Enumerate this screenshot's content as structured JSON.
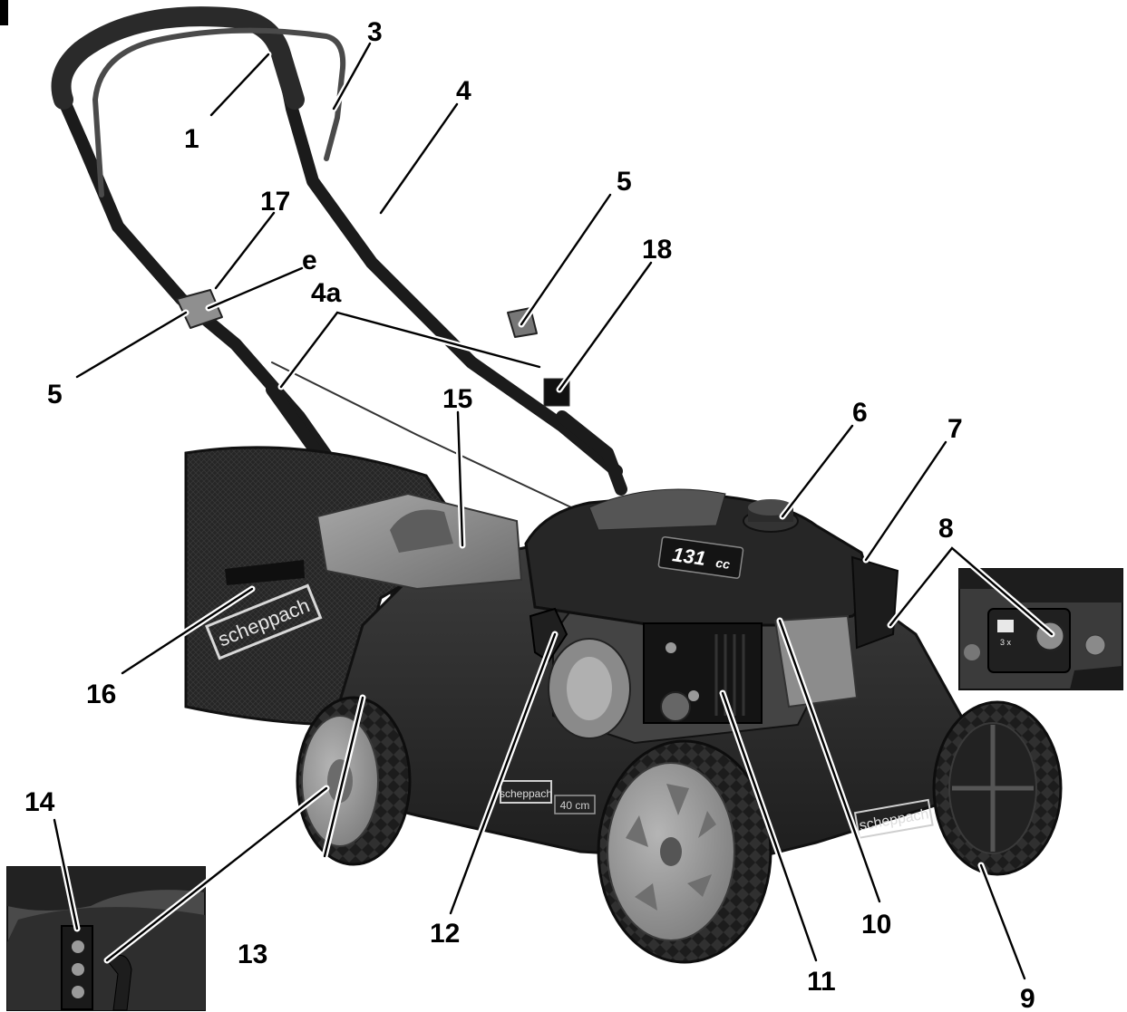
{
  "callouts": {
    "c1": "1",
    "c3": "3",
    "c4": "4",
    "c4a": "4a",
    "c5_left": "5",
    "c5_right": "5",
    "c6": "6",
    "c7": "7",
    "c8": "8",
    "c9": "9",
    "c10": "10",
    "c11": "11",
    "c12": "12",
    "c13": "13",
    "c14": "14",
    "c15": "15",
    "c16": "16",
    "c17": "17",
    "c18": "18",
    "ce": "e"
  },
  "labels": {
    "brand_bag": "scheppach",
    "brand_deck_left": "scheppach",
    "brand_deck_right": "scheppach",
    "deck_width": "40 cm",
    "engine_displacement": "131",
    "engine_unit": "cc",
    "inset_primer_count": "3 x"
  },
  "colors": {
    "deck": "#2e2e2e",
    "engine": "#262626",
    "wheel_rim": "#9a9a9a",
    "tire": "#1a1a1a",
    "bag": "#1f1f1f",
    "cover": "#8a8a8a"
  }
}
